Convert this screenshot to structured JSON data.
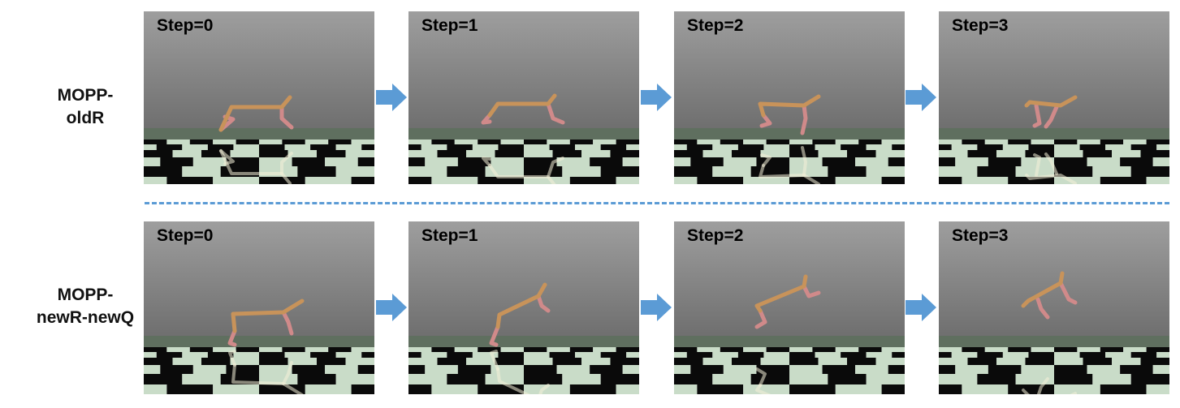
{
  "rows": [
    {
      "label_line1": "MOPP-",
      "label_line2": "oldR",
      "steps": [
        "Step=0",
        "Step=1",
        "Step=2",
        "Step=3"
      ]
    },
    {
      "label_line1": "MOPP-",
      "label_line2": "newR-newQ",
      "steps": [
        "Step=0",
        "Step=1",
        "Step=2",
        "Step=3"
      ]
    }
  ],
  "colors": {
    "arrow": "#5b9bd5",
    "divider": "#5b9bd5",
    "sky_top": "#9e9e9e",
    "sky_bottom": "#6f6f6f",
    "floor_light": "#c9dcc8",
    "floor_dark": "#0a0a0a",
    "agent_torso": "#c8935a",
    "agent_leg": "#d08a8a"
  },
  "icons": [
    "right-arrow-icon"
  ]
}
